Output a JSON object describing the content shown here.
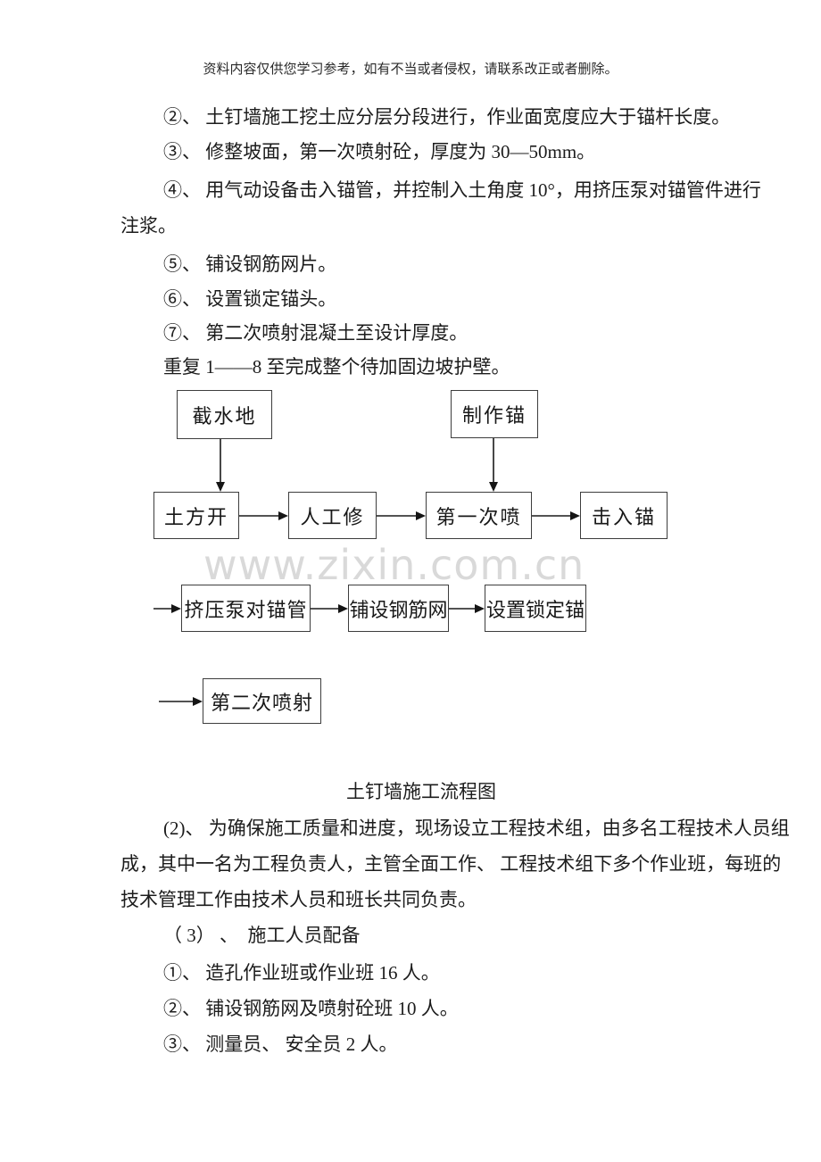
{
  "page": {
    "disclaimer": "资料内容仅供您学习参考，如有不当或者侵权，请联系改正或者删除。"
  },
  "body_lines": [
    {
      "text": "②、 土钉墙施工挖土应分层分段进行，作业面宽度应大于锚杆长度。"
    },
    {
      "text": "③、 修整坡面，第一次喷射砼，厚度为 30—50mm。"
    },
    {
      "text": "④、 用气动设备击入锚管，并控制入土角度 10°，用挤压泵对锚管件进行"
    },
    {
      "text": "注浆。"
    },
    {
      "text": "⑤、 铺设钢筋网片。"
    },
    {
      "text": "⑥、 设置锁定锚头。"
    },
    {
      "text": "⑦、 第二次喷射混凝土至设计厚度。"
    },
    {
      "text": "重复 1——8 至完成整个待加固边坡护壁。"
    }
  ],
  "flowchart": {
    "watermark": "www.zixin.com.cn",
    "caption": "土钉墙施工流程图",
    "boxes": [
      {
        "label": "截水地"
      },
      {
        "label": "制作锚"
      },
      {
        "label": "土方开"
      },
      {
        "label": "人工修"
      },
      {
        "label": "第一次喷"
      },
      {
        "label": "击入锚"
      },
      {
        "label": "挤压泵对锚管"
      },
      {
        "label": "铺设钢筋网"
      },
      {
        "label": "设置锁定锚"
      },
      {
        "label": "第二次喷射"
      }
    ]
  },
  "lower_lines": [
    {
      "text": "(2)、 为确保施工质量和进度，现场设立工程技术组，由多名工程技术人员组"
    },
    {
      "text": "成，其中一名为工程负责人，主管全面工作、 工程技术组下多个作业班，每班的"
    },
    {
      "text": "技术管理工作由技术人员和班长共同负责。"
    },
    {
      "text": "（ 3） 、  施工人员配备"
    },
    {
      "text": "①、 造孔作业班或作业班 16 人。"
    },
    {
      "text": "②、 铺设钢筋网及喷射砼班 10 人。"
    },
    {
      "text": "③、 测量员、 安全员 2 人。"
    }
  ],
  "colors": {
    "watermark": "#d9d9d9",
    "box_border": "#3d3d3d",
    "text": "#1c1c1c",
    "background": "#ffffff"
  }
}
